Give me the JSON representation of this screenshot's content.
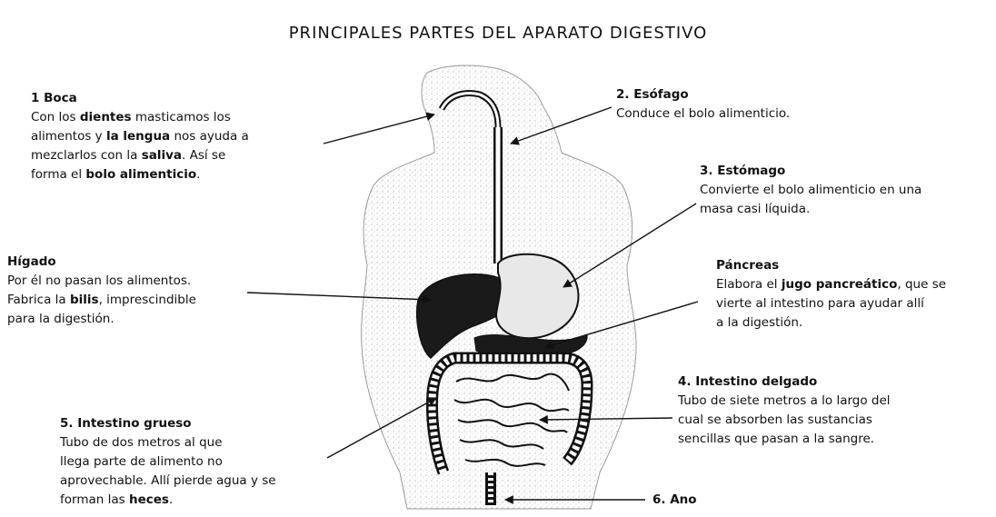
{
  "title": "PRINCIPALES PARTES DEL APARATO DIGESTIVO",
  "labels": {
    "boca": {
      "name": "1 Boca",
      "lines": [
        [
          "Con los ",
          "<b>dientes</b>",
          " masticamos los"
        ],
        [
          "alimentos y ",
          "<b>la lengua</b>",
          " nos ayuda a"
        ],
        [
          "mezclarlos con la ",
          "<b>saliva</b>",
          ". Así se"
        ],
        [
          "forma el ",
          "<b>bolo alimenticio</b>",
          "."
        ]
      ]
    },
    "esofago": {
      "name": "2. Esófago",
      "lines": [
        [
          "Conduce el bolo alimenticio."
        ]
      ]
    },
    "estomago": {
      "name": "3. Estómago",
      "lines": [
        [
          "Convierte el bolo alimenticio en una"
        ],
        [
          "masa casi líquida."
        ]
      ]
    },
    "higado": {
      "name": "Hígado",
      "lines": [
        [
          "Por él no pasan los alimentos."
        ],
        [
          "Fabrica la ",
          "<b>bilis</b>",
          ", imprescindible"
        ],
        [
          "para la digestión."
        ]
      ]
    },
    "pancreas": {
      "name": "Páncreas",
      "lines": [
        [
          "Elabora el ",
          "<b>jugo pancreático</b>",
          ", que se"
        ],
        [
          "vierte al intestino para ayudar allí"
        ],
        [
          "a la digestión."
        ]
      ]
    },
    "intestino_delgado": {
      "name": "4. Intestino delgado",
      "lines": [
        [
          "Tubo de siete metros a lo largo del"
        ],
        [
          "cual se absorben las sustancias"
        ],
        [
          "sencillas que pasan a la sangre."
        ]
      ]
    },
    "intestino_grueso": {
      "name": "5. Intestino grueso",
      "lines": [
        [
          "Tubo de dos metros al que"
        ],
        [
          "llega parte de alimento no"
        ],
        [
          "aprovechable. Allí pierde agua y se"
        ],
        [
          "forman las ",
          "<b>heces</b>",
          "."
        ]
      ]
    },
    "ano": {
      "name": "6. Ano",
      "lines": []
    }
  },
  "colors": {
    "ink": "#111111",
    "body_stipple": "#bfbfbf",
    "organ_dark": "#1a1a1a",
    "organ_light": "#e8e8e8"
  }
}
